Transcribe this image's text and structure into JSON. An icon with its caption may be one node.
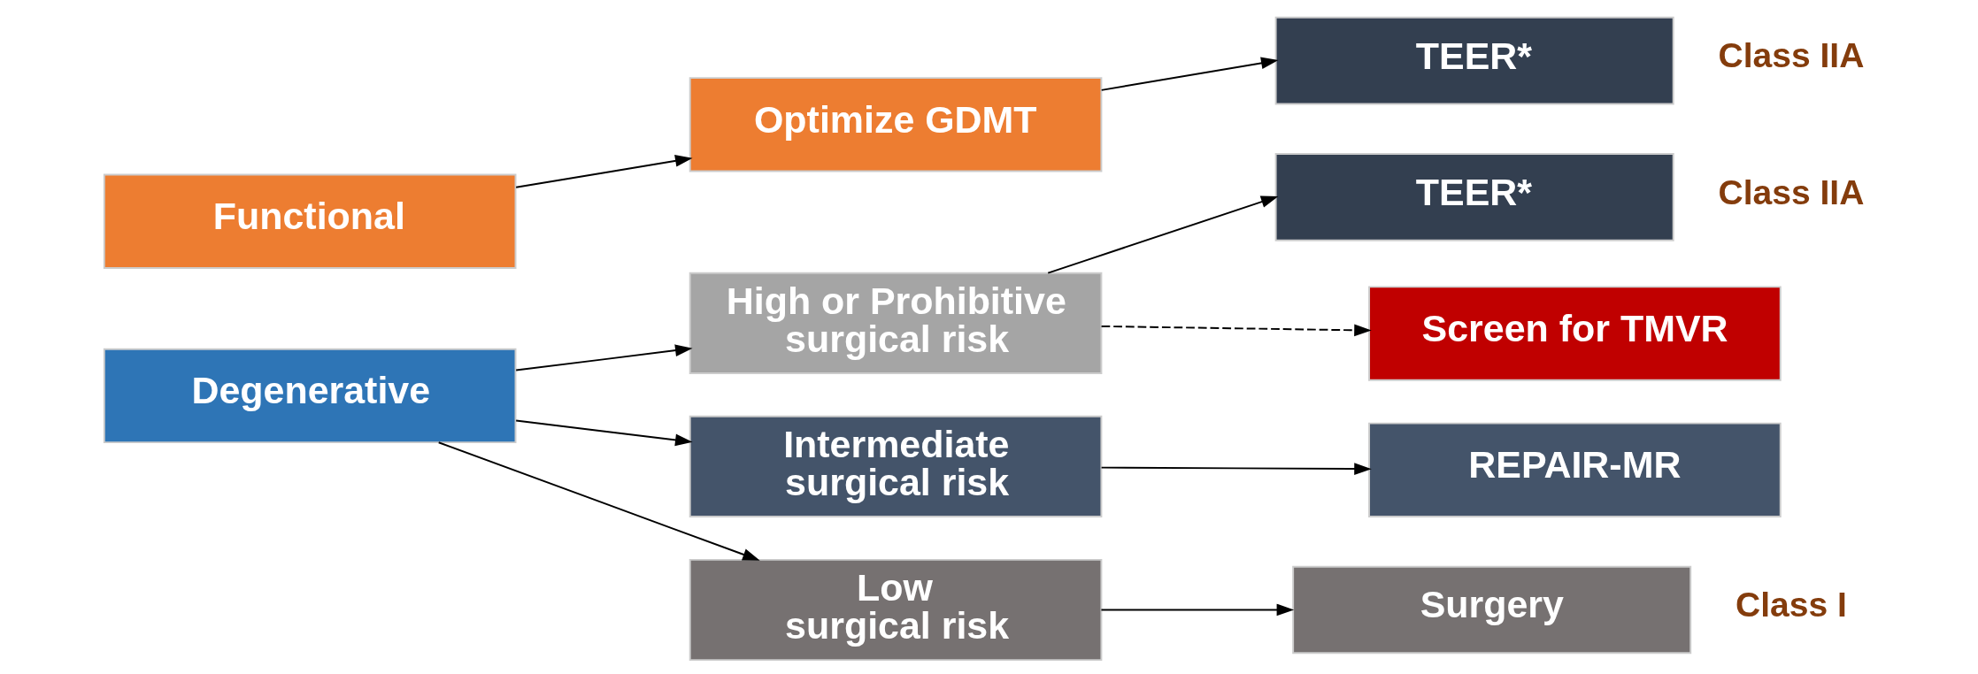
{
  "diagram": {
    "nodes": [
      {
        "text": [
          "Functional"
        ]
      },
      {
        "text": [
          "Optimize GDMT"
        ]
      },
      {
        "text": [
          "TEER*"
        ],
        "beside": [
          "Class IIA"
        ]
      },
      {
        "text": [
          "Degenerative"
        ]
      },
      {
        "text": [
          "High or Prohibitive surgical risk"
        ]
      },
      {
        "text": [
          "Intermediate surgical risk"
        ]
      },
      {
        "text": [
          "Low surgical risk"
        ]
      },
      {
        "text": [
          "TEER*"
        ],
        "beside": [
          "Class IIA"
        ]
      },
      {
        "text": [
          "Screen for TMVR"
        ]
      },
      {
        "text": [
          "REPAIR-MR"
        ]
      },
      {
        "text": [
          "Surgery"
        ],
        "beside": [
          "Class I"
        ]
      }
    ],
    "edges": [
      {
        "from": 0,
        "to": 1,
        "arrow": "to"
      },
      {
        "from": 1,
        "to": 2,
        "arrow": "to"
      },
      {
        "from": 3,
        "to": 4,
        "arrow": "to"
      },
      {
        "from": 3,
        "to": 5,
        "arrow": "to"
      },
      {
        "from": 3,
        "to": 6,
        "arrow": "to"
      },
      {
        "from": 4,
        "to": 7,
        "arrow": "to"
      },
      {
        "from": 4,
        "to": 8,
        "arrow": "to",
        "style": "dashed"
      },
      {
        "from": 5,
        "to": 9,
        "arrow": "to"
      },
      {
        "from": 6,
        "to": 10,
        "arrow": "to"
      }
    ]
  }
}
